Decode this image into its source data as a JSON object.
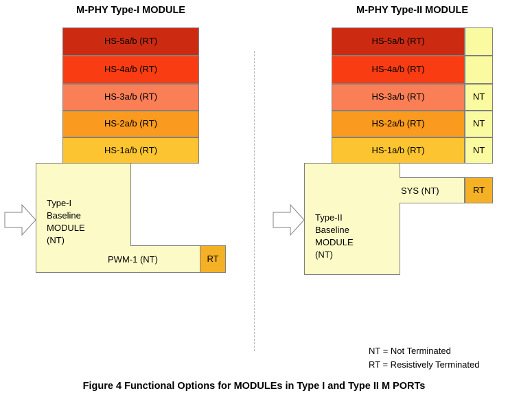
{
  "figure": {
    "caption": "Figure 4 Functional Options for MODULEs in Type I and Type II M PORTs"
  },
  "legend": {
    "nt": "NT = Not Terminated",
    "rt": "RT = Resistively Terminated"
  },
  "modules": {
    "left": {
      "title": "M-PHY Type-I MODULE",
      "hs_bands": [
        {
          "label": "HS-5a/b (RT)",
          "color": "#CC2B11"
        },
        {
          "label": "HS-4a/b (RT)",
          "color": "#F93C12"
        },
        {
          "label": "HS-3a/b (RT)",
          "color": "#FA7E56"
        },
        {
          "label": "HS-2a/b (RT)",
          "color": "#FA9A1E"
        },
        {
          "label": "HS-1a/b (RT)",
          "color": "#FCC430"
        }
      ],
      "baseline_label": "Type-I\nBaseline\nMODULE\n(NT)",
      "baseline_lines": [
        "Type-I",
        "Baseline",
        "MODULE",
        "(NT)"
      ],
      "strip_label": "PWM-1 (NT)",
      "rt_label": "RT",
      "arrow": "input-arrow"
    },
    "right": {
      "title": "M-PHY Type-II MODULE",
      "hs_bands": [
        {
          "label": "HS-5a/b (RT)",
          "color": "#CC2B11",
          "side": ""
        },
        {
          "label": "HS-4a/b (RT)",
          "color": "#F93C12",
          "side": ""
        },
        {
          "label": "HS-3a/b (RT)",
          "color": "#FA7E56",
          "side": "NT"
        },
        {
          "label": "HS-2a/b (RT)",
          "color": "#FA9A1E",
          "side": "NT"
        },
        {
          "label": "HS-1a/b (RT)",
          "color": "#FCC430",
          "side": "NT"
        }
      ],
      "baseline_label": "Type-II\nBaseline\nMODULE\n(NT)",
      "baseline_lines": [
        "Type-II",
        "Baseline",
        "MODULE",
        "(NT)"
      ],
      "strip_label": "SYS (NT)",
      "rt_label": "RT",
      "arrow": "input-arrow"
    }
  },
  "colors": {
    "baseline_fill": "#FCFBC8",
    "nt_fill": "#FAFAA0",
    "rt_fill": "#F5B125",
    "outline": "#808080",
    "divider": "#b8b8b8"
  }
}
